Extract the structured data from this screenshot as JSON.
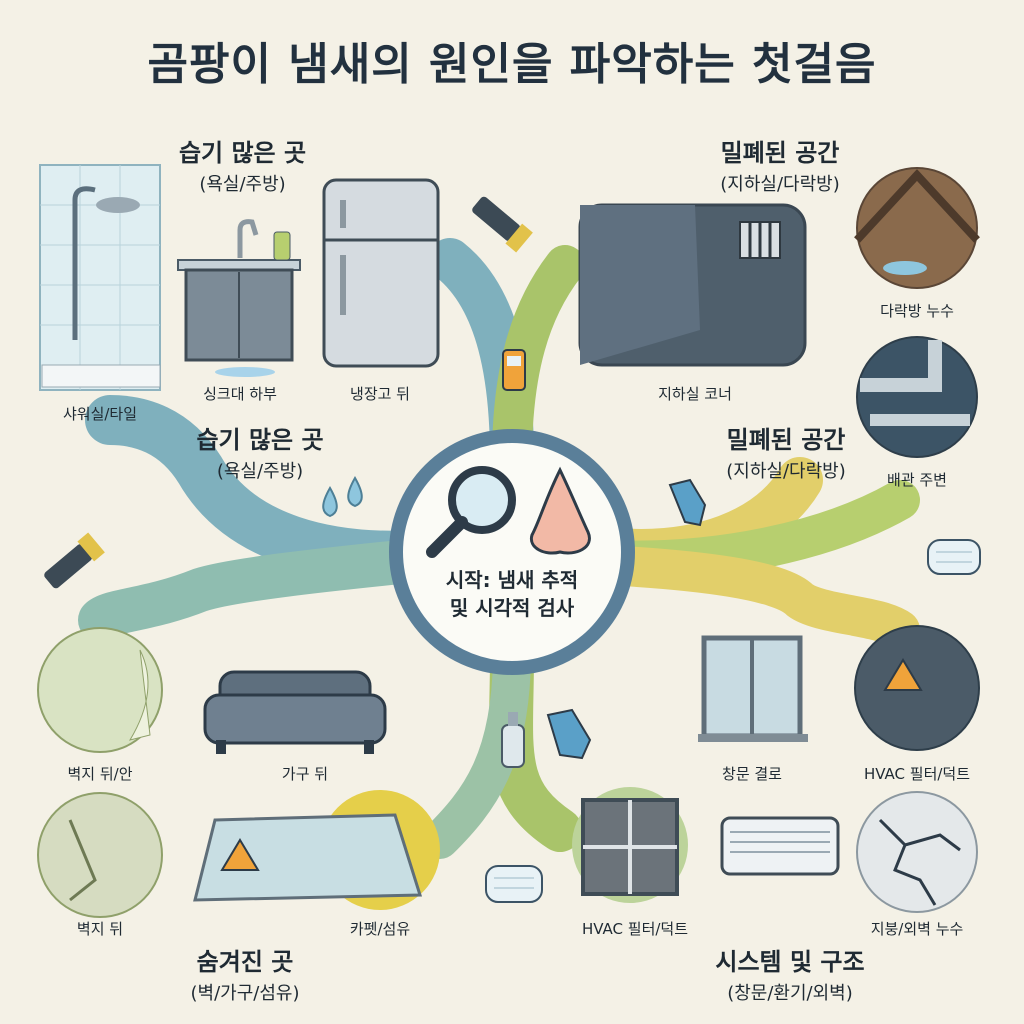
{
  "title": "곰팡이 냄새의 원인을 파악하는 첫걸음",
  "center": {
    "line1": "시작: 냄새 추적",
    "line2": "및 시각적 검사"
  },
  "sections": {
    "humid_top": {
      "heading": "습기 많은 곳",
      "sub": "(욕실/주방)"
    },
    "humid_mid": {
      "heading": "습기 많은 곳",
      "sub": "(욕실/주방)"
    },
    "sealed_top": {
      "heading": "밀폐된 공간",
      "sub": "(지하실/다락방)"
    },
    "sealed_mid": {
      "heading": "밀폐된 공간",
      "sub": "(지하실/다락방)"
    },
    "hidden": {
      "heading": "숨겨진 곳",
      "sub": "(벽/가구/섬유)"
    },
    "system": {
      "heading": "시스템 및 구조",
      "sub": "(창문/환기/외벽)"
    }
  },
  "labels": {
    "shower": "샤워실/타일",
    "sink": "싱크대 하부",
    "fridge": "냉장고 뒤",
    "basement": "지하실 코너",
    "attic": "다락방 누수",
    "pipes": "배관 주변",
    "wall_in": "벽지 뒤/안",
    "furniture": "가구 뒤",
    "wall_behind": "벽지 뒤",
    "carpet": "카펫/섬유",
    "window": "창문 결로",
    "hvac_right": "HVAC 필터/덕트",
    "hvac_filter": "HVAC 필터/덕트",
    "roof": "지붕/외벽 누수"
  },
  "colors": {
    "teal": "#7fb0bd",
    "green": "#a9c46a",
    "yellow": "#e2cf6a",
    "navy": "#4a6a86"
  }
}
